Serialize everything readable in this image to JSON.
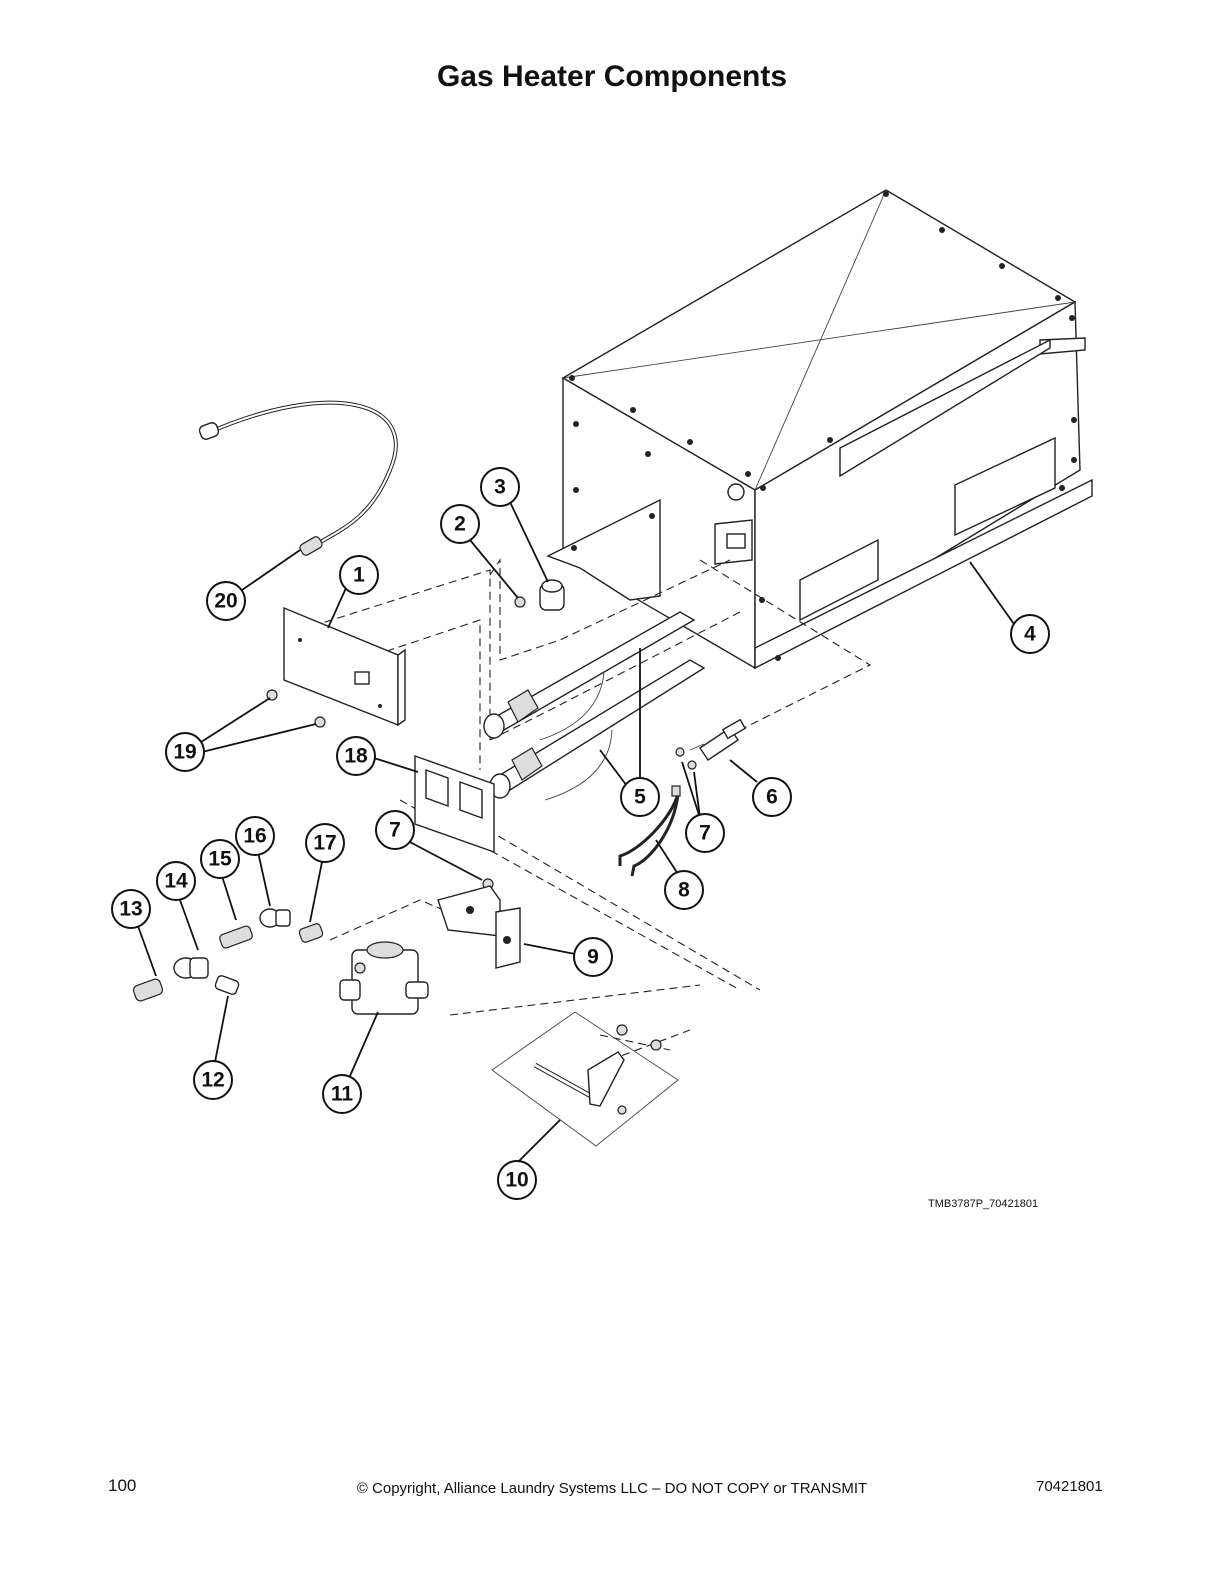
{
  "page": {
    "title": "Gas Heater Components",
    "page_number": "100",
    "copyright": "© Copyright, Alliance Laundry Systems LLC – DO NOT COPY or TRANSMIT",
    "document_number": "70421801"
  },
  "diagram": {
    "drawing_id": "TMB3787P_70421801",
    "callouts": [
      "1",
      "2",
      "3",
      "4",
      "5",
      "6",
      "7",
      "7",
      "8",
      "9",
      "10",
      "11",
      "12",
      "13",
      "14",
      "15",
      "16",
      "17",
      "18",
      "19",
      "20"
    ]
  }
}
